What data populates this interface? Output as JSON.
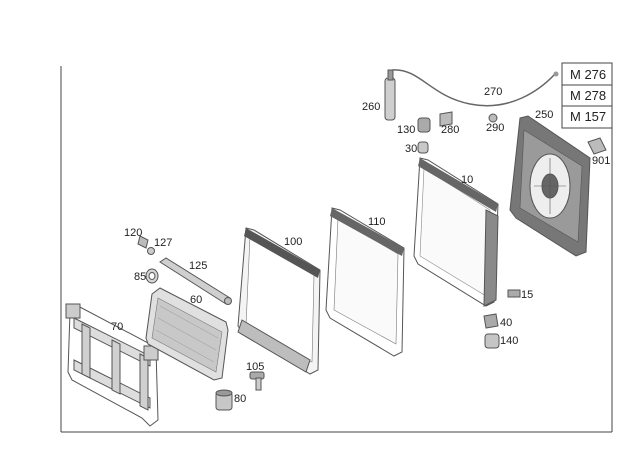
{
  "engine_codes": [
    "M 276",
    "M 278",
    "M 157"
  ],
  "callouts": {
    "c10": "10",
    "c15": "15",
    "c30": "30",
    "c40": "40",
    "c60": "60",
    "c70": "70",
    "c80": "80",
    "c85": "85",
    "c100": "100",
    "c105": "105",
    "c110": "110",
    "c120": "120",
    "c125": "125",
    "c127": "127",
    "c130": "130",
    "c140": "140",
    "c250": "250",
    "c260": "260",
    "c270": "270",
    "c280": "280",
    "c290": "290",
    "c901": "901"
  },
  "colors": {
    "part_fill": "#e6e6e6",
    "part_dark": "#8a8a8a",
    "part_stroke": "#555555",
    "frame": "#444444"
  }
}
